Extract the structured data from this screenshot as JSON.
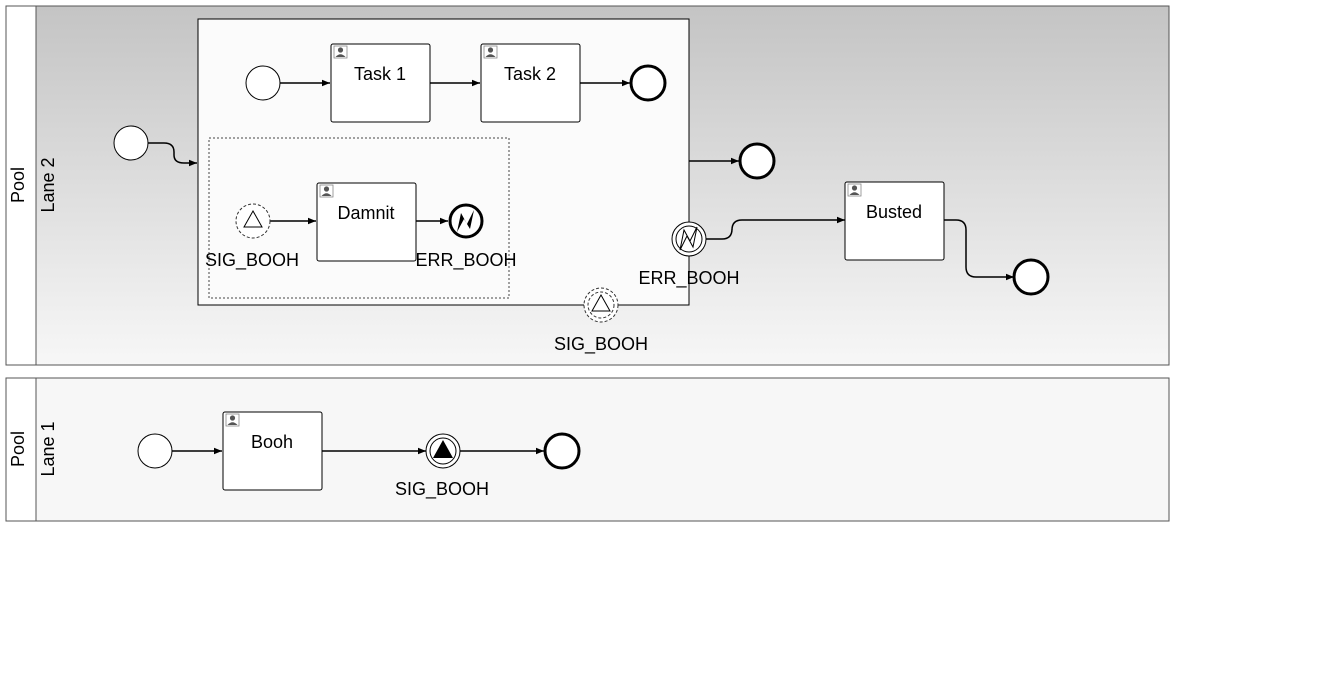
{
  "pools": [
    {
      "pool_label": "Pool",
      "lane_label": "Lane 2"
    },
    {
      "pool_label": "Pool",
      "lane_label": "Lane 1"
    }
  ],
  "tasks": {
    "task1": "Task 1",
    "task2": "Task 2",
    "damnit": "Damnit",
    "busted": "Busted",
    "booh": "Booh"
  },
  "event_labels": {
    "sub_signal_start": "SIG_BOOH",
    "error_end": "ERR_BOOH",
    "boundary_error": "ERR_BOOH",
    "boundary_signal": "SIG_BOOH",
    "signal_throw": "SIG_BOOH"
  },
  "colors": {
    "lane2_gradient_top": "#c4c4c4",
    "lane2_gradient_bottom": "#f7f7f7",
    "lane1_fill": "#f7f7f7",
    "subprocess_fill": "#fbfbfb",
    "stroke": "#000000"
  }
}
